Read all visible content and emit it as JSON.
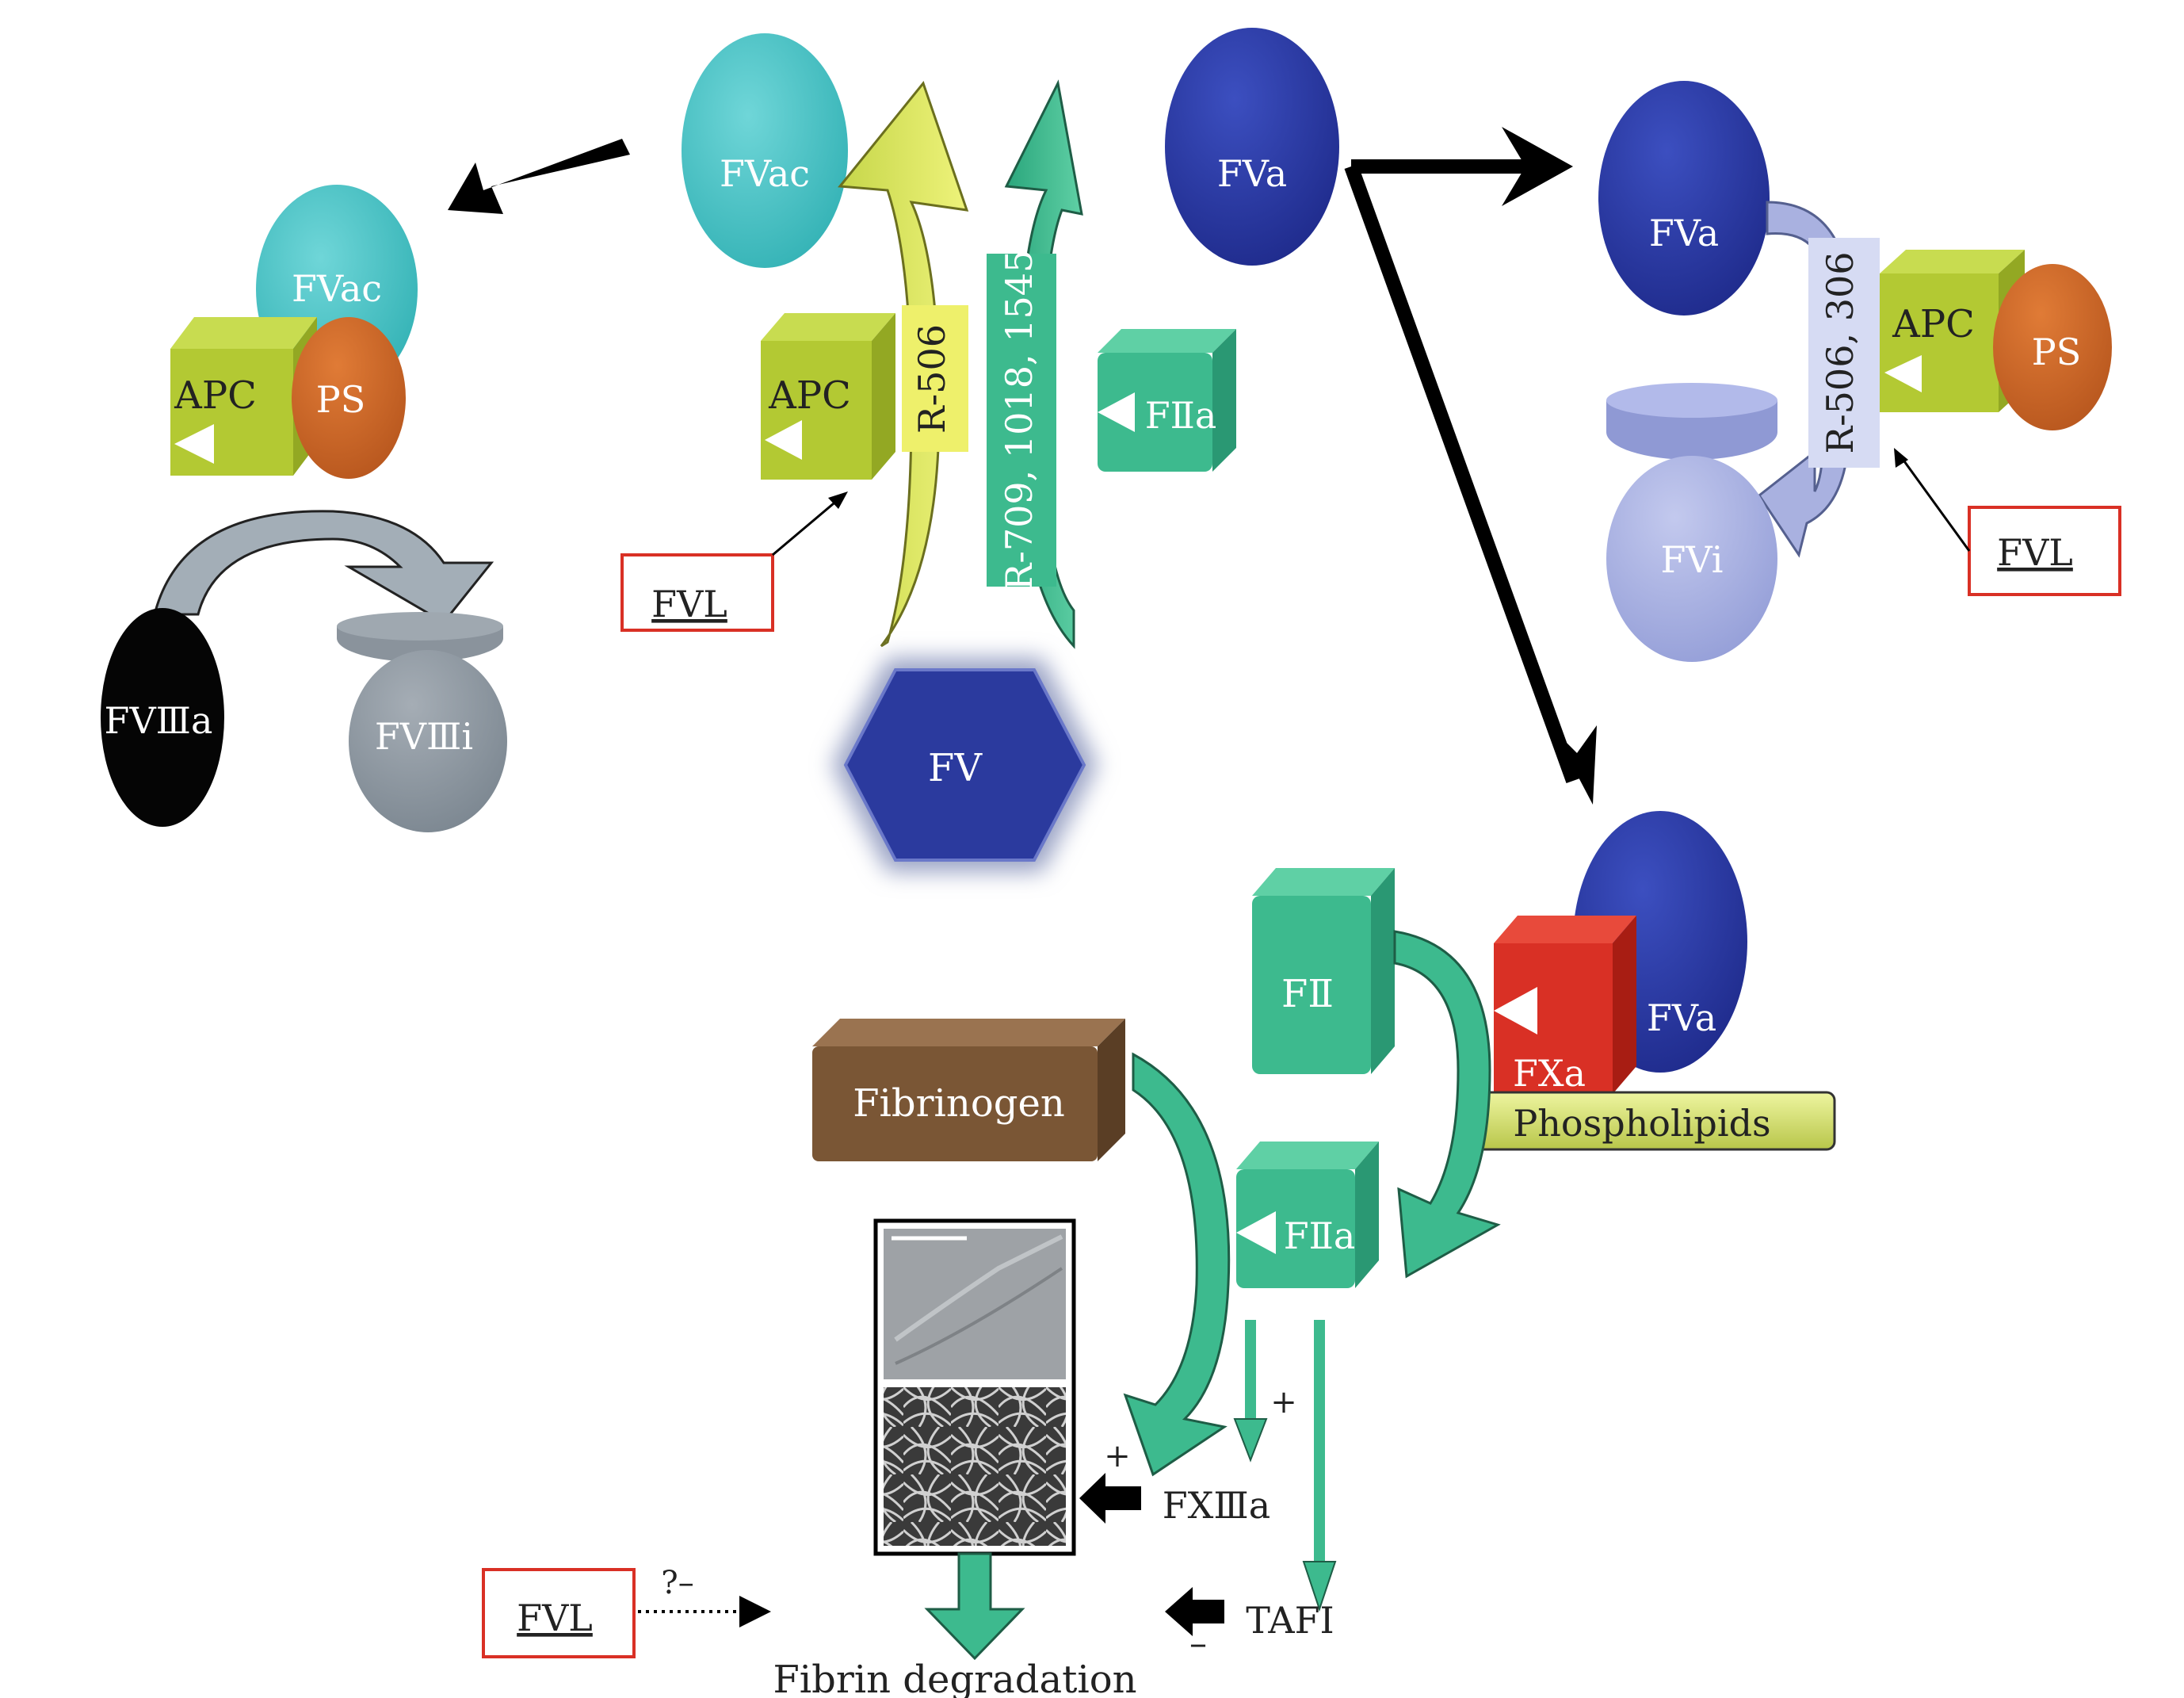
{
  "labels": {
    "fvac_top": "FVac",
    "fvac_complex": "FVac",
    "apc_left": "APC",
    "ps_left": "PS",
    "fviiia": "FVⅢa",
    "fviiii": "FVⅢi",
    "apc_center": "APC",
    "r506": "R-506",
    "r709": "R-709, 1018, 1545",
    "fiia_top": "FⅡa",
    "fvl_center": "FVL",
    "fv": "FV",
    "fva_top": "FVa",
    "fva_right": "FVa",
    "r506_306": "R-506, 306",
    "apc_right": "APC",
    "ps_right": "PS",
    "fvi": "FVi",
    "fvl_right": "FVL",
    "fii": "FⅡ",
    "fxa": "FXa",
    "fva_bottom": "FVa",
    "phospholipids": "Phospholipids",
    "fibrinogen": "Fibrinogen",
    "fiia_bottom": "FⅡa",
    "plus_fxiii": "+",
    "fxiiia": "FXⅢa",
    "plus_fibrin": "+",
    "tafi": "TAFⅠ",
    "minus_tafi": "–",
    "fvl_bottom": "FVL",
    "question_minus": "?–",
    "fibrin_degradation": "Fibrin degradation"
  },
  "colors": {
    "teal": "#4fc3c5",
    "navy": "#2b3a9e",
    "lime": "#b3c933",
    "orange": "#cf6a2a",
    "green": "#3dba8e",
    "red": "#d93025",
    "brown": "#7a5635",
    "lavender": "#a9b1e0",
    "gray": "#8a959e",
    "yellow": "#e6ee6a"
  }
}
